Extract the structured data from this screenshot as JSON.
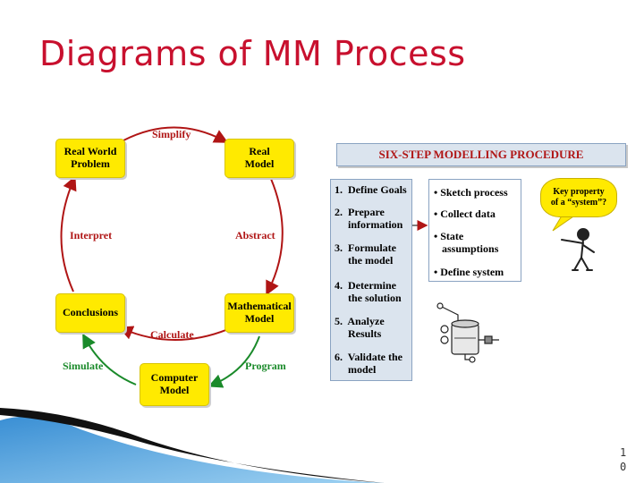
{
  "title": "Diagrams of MM Process",
  "cycle": {
    "boxes": {
      "real_world": "Real World\nProblem",
      "real_model": "Real\nModel",
      "conclusions": "Conclusions",
      "mathematical": "Mathematical\nModel",
      "computer": "Computer\nModel"
    },
    "labels": {
      "simplify": "Simplify",
      "interpret": "Interpret",
      "abstract": "Abstract",
      "calculate": "Calculate",
      "simulate": "Simulate",
      "program": "Program"
    },
    "colors": {
      "box": "#ffea00",
      "red_arrow": "#b01515",
      "green_arrow": "#1a8a2a"
    }
  },
  "procedure": {
    "title": "SIX-STEP MODELLING PROCEDURE",
    "steps": [
      "1.  Define Goals",
      "2.  Prepare\n     information",
      "3.  Formulate\n     the model",
      "4.  Determine\n     the solution",
      "5.  Analyze\n     Results",
      "6.  Validate the\n     model"
    ],
    "info_bullets": [
      "• Sketch process",
      "• Collect data",
      "• State\n   assumptions",
      "• Define system"
    ],
    "bubble": "Key property\nof a “system”?"
  },
  "page_number": "1\n0"
}
